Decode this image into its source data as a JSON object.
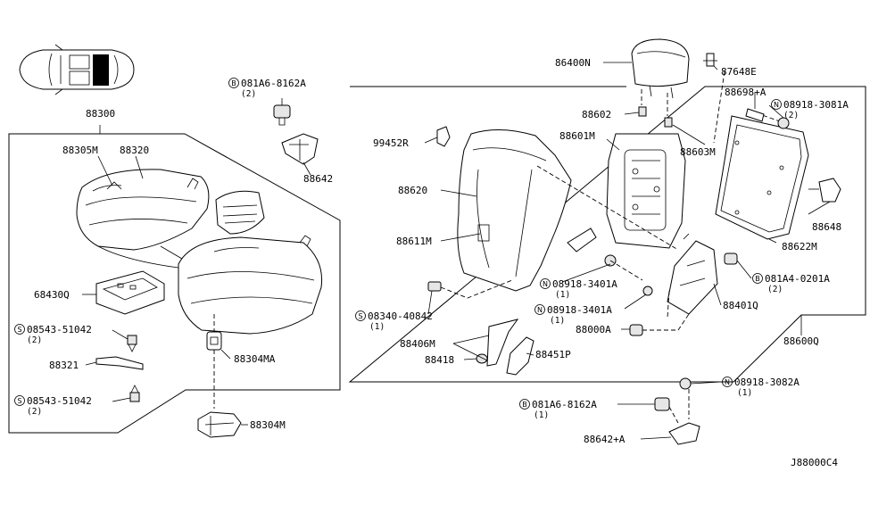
{
  "labels": {
    "p88300": "88300",
    "p88305M": "88305M",
    "p88320": "88320",
    "p68430Q": "68430Q",
    "s08543_1": "08543-51042",
    "s08543_1_qty": "(2)",
    "p88321": "88321",
    "s08543_2": "08543-51042",
    "s08543_2_qty": "(2)",
    "b081A6_top": "081A6-8162A",
    "b081A6_top_qty": "(2)",
    "p88642": "88642",
    "p88304MA": "88304MA",
    "p88304M": "88304M",
    "p86400N": "86400N",
    "p87648E": "87648E",
    "p88698A": "88698+A",
    "n08918_3081A": "08918-3081A",
    "n08918_3081A_qty": "(2)",
    "p88602": "88602",
    "p88601M": "88601M",
    "p88603M": "88603M",
    "p99452R": "99452R",
    "p88620": "88620",
    "p88611M": "88611M",
    "p88648": "88648",
    "p88622M": "88622M",
    "b081A4": "081A4-0201A",
    "b081A4_qty": "(2)",
    "n08918_3401A_1": "08918-3401A",
    "n08918_3401A_1_qty": "(1)",
    "s08340": "08340-40842",
    "s08340_qty": "(1)",
    "n08918_3401A_2": "08918-3401A",
    "n08918_3401A_2_qty": "(1)",
    "p88401Q": "88401Q",
    "p88406M": "88406M",
    "p88000A": "88000A",
    "p88600Q": "88600Q",
    "p88418": "88418",
    "p88451P": "88451P",
    "n08918_3082A": "08918-3082A",
    "n08918_3082A_qty": "(1)",
    "b081A6_bot": "081A6-8162A",
    "b081A6_bot_qty": "(1)",
    "p88642A": "88642+A",
    "diagram_code": "J88000C4"
  },
  "markers": {
    "S": "S",
    "B": "B",
    "N": "N"
  }
}
